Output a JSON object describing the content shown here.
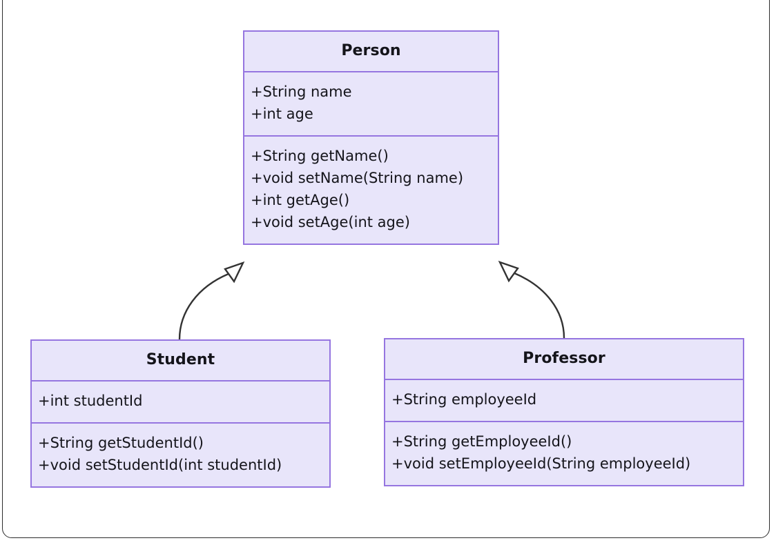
{
  "diagram": {
    "type": "uml-class-diagram",
    "relationship_label": "generalization",
    "colors": {
      "class_fill": "#E8E5FA",
      "class_border": "#9575E0",
      "text": "#14141a",
      "edge": "#333333",
      "arrowhead_fill": "#ffffff",
      "frame": "#2b2b2b",
      "background": "#ffffff"
    },
    "classes": [
      {
        "id": "person",
        "name": "Person",
        "role": "superclass",
        "attributes": [
          "+String name",
          "+int age"
        ],
        "methods": [
          "+String getName()",
          "+void setName(String name)",
          "+int getAge()",
          "+void setAge(int age)"
        ]
      },
      {
        "id": "student",
        "name": "Student",
        "role": "subclass",
        "attributes": [
          "+int studentId"
        ],
        "methods": [
          "+String getStudentId()",
          "+void setStudentId(int studentId)"
        ]
      },
      {
        "id": "professor",
        "name": "Professor",
        "role": "subclass",
        "attributes": [
          "+String employeeId"
        ],
        "methods": [
          "+String getEmployeeId()",
          "+void setEmployeeId(String employeeId)"
        ]
      }
    ],
    "relationships": [
      {
        "id": "student-extends-person",
        "from": "Student",
        "to": "Person",
        "kind": "generalization"
      },
      {
        "id": "professor-extends-person",
        "from": "Professor",
        "to": "Person",
        "kind": "generalization"
      }
    ]
  }
}
